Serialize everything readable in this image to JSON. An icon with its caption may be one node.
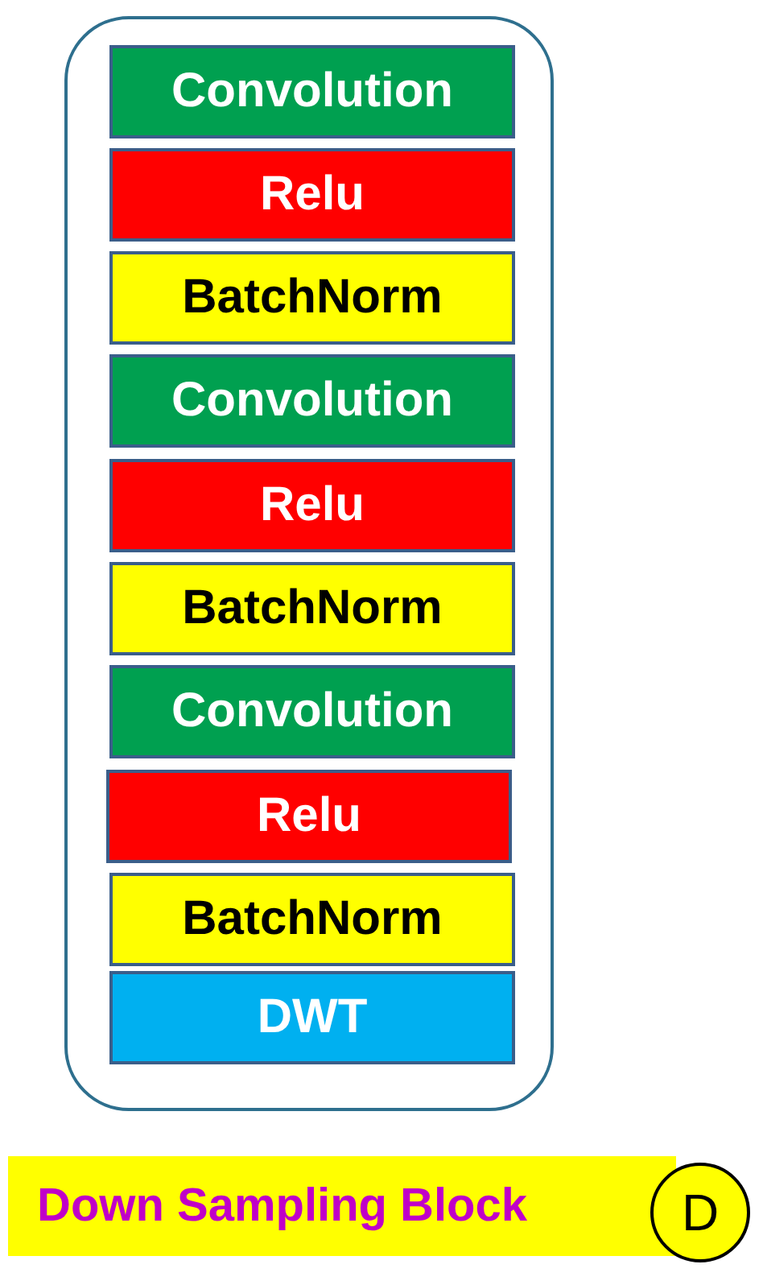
{
  "diagram": {
    "nodes": [
      {
        "text": [],
        "shape": "box"
      },
      {
        "text": [
          "Convolution"
        ],
        "in": 0
      },
      {
        "text": [
          "Relu"
        ],
        "in": 0
      },
      {
        "text": [
          "BatchNorm"
        ],
        "in": 0
      },
      {
        "text": [
          "Convolution"
        ],
        "in": 0
      },
      {
        "text": [
          "Relu"
        ],
        "in": 0
      },
      {
        "text": [
          "BatchNorm"
        ],
        "in": 0
      },
      {
        "text": [
          "Convolution"
        ],
        "in": 0
      },
      {
        "text": [
          "Relu"
        ],
        "in": 0
      },
      {
        "text": [
          "BatchNorm"
        ],
        "in": 0
      },
      {
        "text": [
          "DWT"
        ],
        "in": 0
      },
      {
        "text": [
          "Down Sampling Block"
        ]
      },
      {
        "text": [
          "D"
        ]
      }
    ]
  }
}
